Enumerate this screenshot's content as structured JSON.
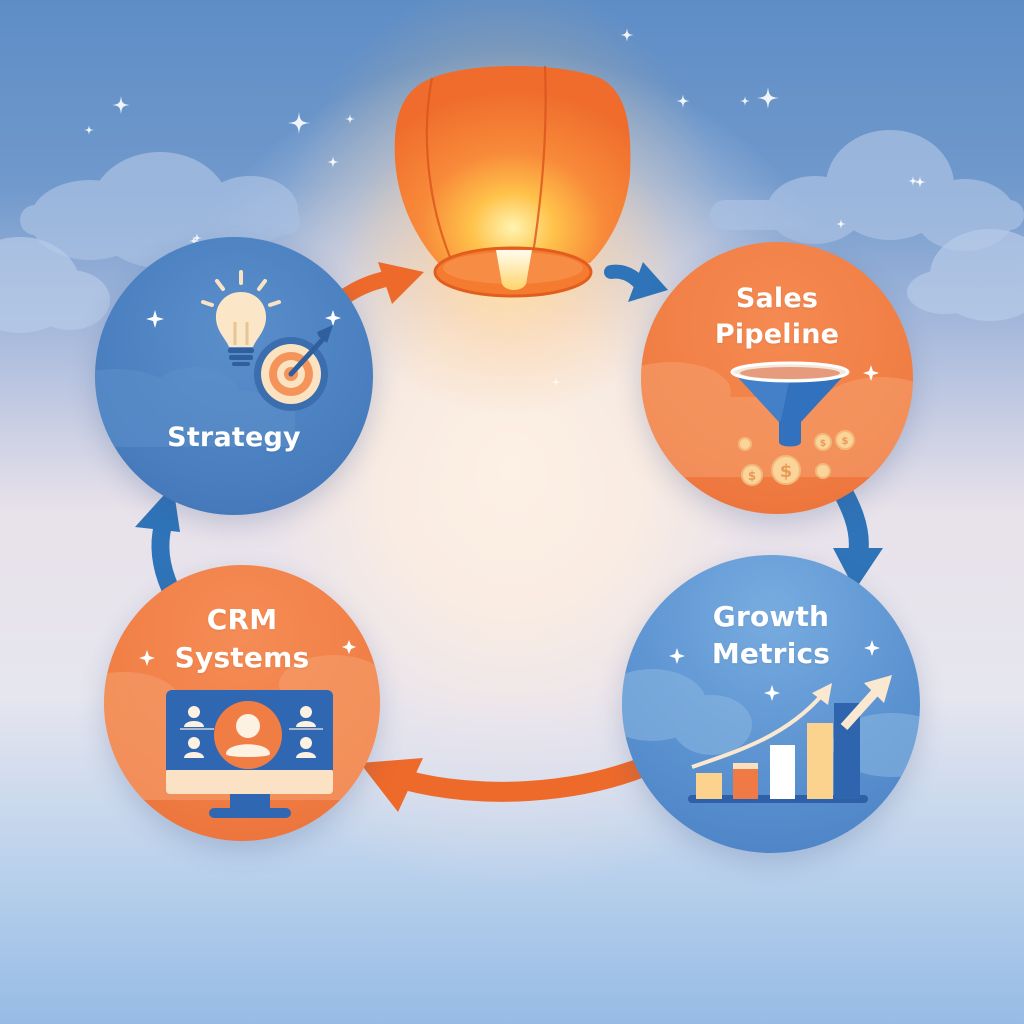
{
  "diagram": {
    "type": "cycle",
    "center_icon": "sky-lantern-icon",
    "nodes": [
      {
        "id": "strategy",
        "label": "Strategy",
        "icon": "lightbulb-target-icon",
        "color": "#4a7fc0"
      },
      {
        "id": "sales",
        "label_line1": "Sales",
        "label_line2": "Pipeline",
        "icon": "funnel-coins-icon",
        "color": "#f07e44"
      },
      {
        "id": "growth",
        "label_line1": "Growth",
        "label_line2": "Metrics",
        "icon": "bar-chart-up-icon",
        "color": "#5b92d0"
      },
      {
        "id": "crm",
        "label_line1": "CRM",
        "label_line2": "Systems",
        "icon": "monitor-contacts-icon",
        "color": "#f07e44"
      }
    ],
    "edges": [
      {
        "from": "strategy",
        "to": "lantern",
        "color": "#ee6a2a"
      },
      {
        "from": "lantern",
        "to": "sales",
        "color": "#2f74b8"
      },
      {
        "from": "sales",
        "to": "growth",
        "color": "#2f74b8"
      },
      {
        "from": "growth",
        "to": "crm",
        "color": "#ee6a2a"
      },
      {
        "from": "crm",
        "to": "strategy",
        "color": "#2f74b8"
      }
    ]
  },
  "colors": {
    "sky_top": "#5e8dc6",
    "center_glow": "#fdf0e4",
    "sky_bottom": "#96bbe5",
    "orange": "#f07e44",
    "blue": "#4a7fc0",
    "arrow_orange": "#ee6a2a",
    "arrow_blue": "#2f74b8",
    "cream": "#fbe6c8"
  }
}
